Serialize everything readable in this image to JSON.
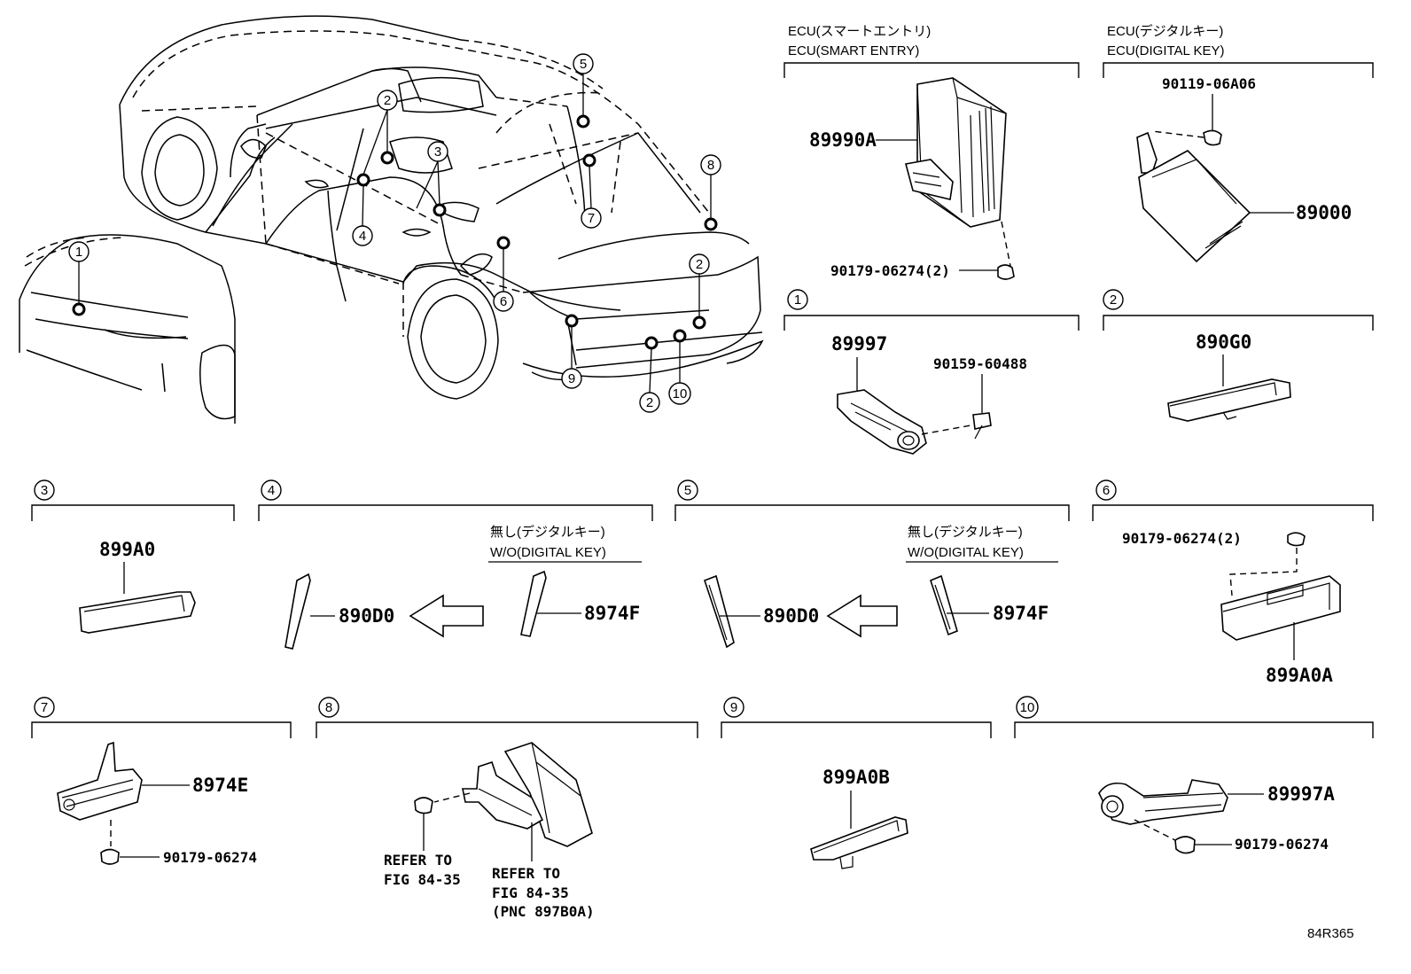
{
  "diagram_id": "84R365",
  "ecu_smart_entry": {
    "title_jp": "ECU(スマートエントリ)",
    "title_en": "ECU(SMART ENTRY)",
    "part": "89990A",
    "nut": "90179-06274(2)"
  },
  "ecu_digital_key": {
    "title_jp": "ECU(デジタルキー)",
    "title_en": "ECU(DIGITAL KEY)",
    "bolt": "90119-06A06",
    "part": "89000"
  },
  "callouts": {
    "c1": "1",
    "c2": "2",
    "c3": "3",
    "c4": "4",
    "c5": "5",
    "c6": "6",
    "c7": "7",
    "c8": "8",
    "c9": "9",
    "c10": "10"
  },
  "section1": {
    "part": "89997",
    "screw": "90159-60488"
  },
  "section2": {
    "part": "890G0"
  },
  "section3": {
    "part": "899A0"
  },
  "section4": {
    "note_jp": "無し(デジタルキー)",
    "note_en": "W/O(DIGITAL KEY)",
    "part_new": "890D0",
    "part_old": "8974F"
  },
  "section5": {
    "note_jp": "無し(デジタルキー)",
    "note_en": "W/O(DIGITAL KEY)",
    "part_new": "890D0",
    "part_old": "8974F"
  },
  "section6": {
    "nut": "90179-06274(2)",
    "part": "899A0A"
  },
  "section7": {
    "part": "8974E",
    "nut": "90179-06274"
  },
  "section8": {
    "ref1_line1": "REFER TO",
    "ref1_line2": "FIG 84-35",
    "ref2_line1": "REFER TO",
    "ref2_line2": "FIG 84-35",
    "ref2_line3": "(PNC 897B0A)"
  },
  "section9": {
    "part": "899A0B"
  },
  "section10": {
    "part": "89997A",
    "nut": "90179-06274"
  }
}
